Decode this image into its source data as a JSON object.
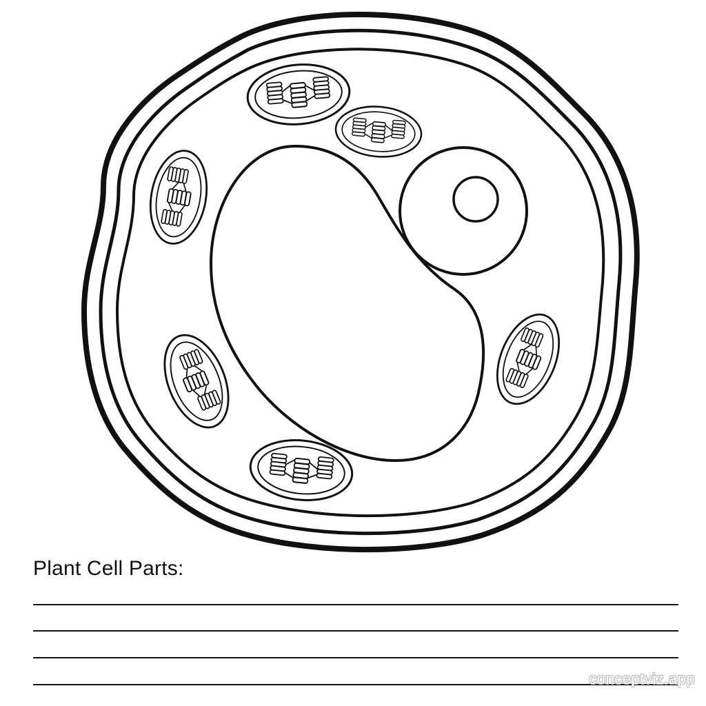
{
  "worksheet": {
    "title": "Plant Cell Parts:",
    "answer_line_count": 4
  },
  "diagram": {
    "organelles": [
      "cell-wall",
      "cell-membrane",
      "cytoplasm",
      "vacuole",
      "nucleus",
      "nucleolus",
      "chloroplast"
    ],
    "chloroplast_count": 6,
    "line_color": "#111111",
    "fill_color": "#ffffff"
  },
  "watermark": "conceptviz.app"
}
